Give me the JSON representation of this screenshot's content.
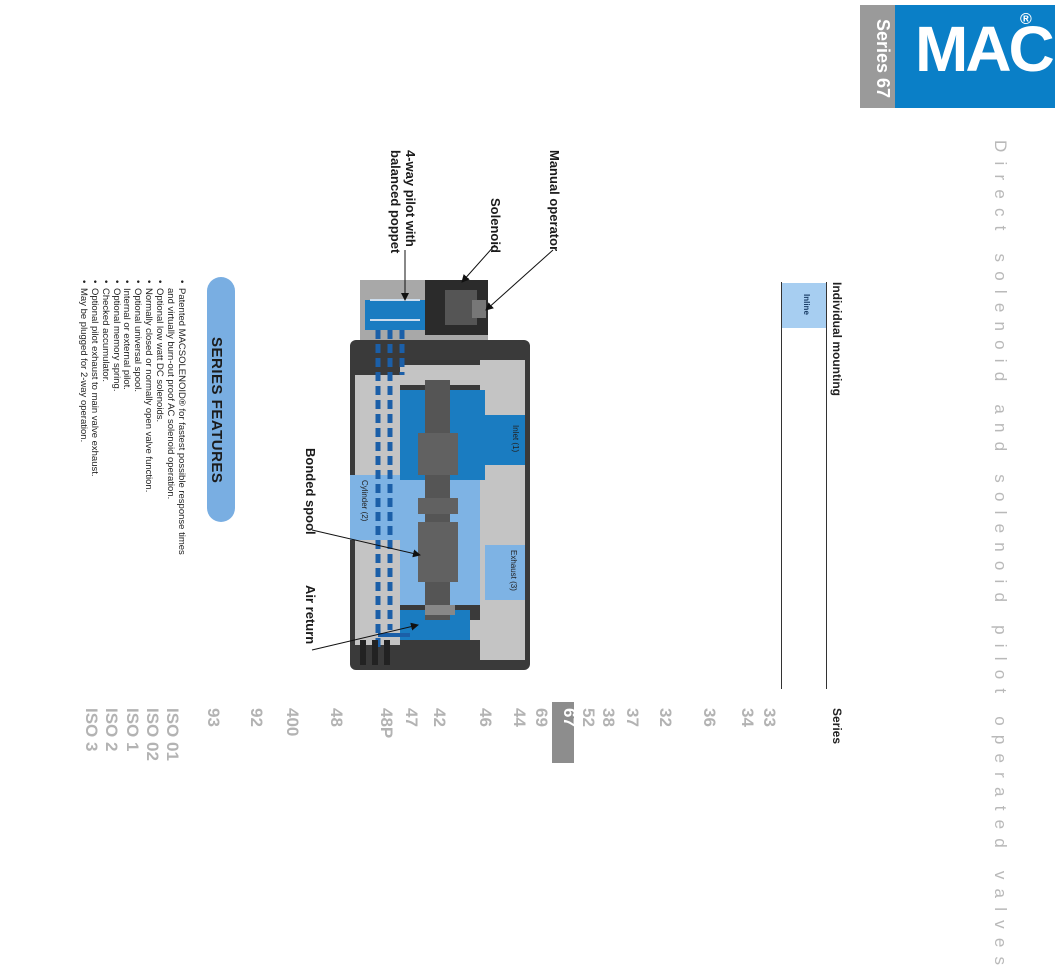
{
  "brand": {
    "logo": "MAC",
    "logo_mark": "®",
    "series_badge": "Series 67"
  },
  "side_title": "Direct solenoid and solenoid pilot operated valves",
  "mounting": {
    "header": "Individual mounting",
    "cell": "Inline"
  },
  "series_list": {
    "heading": "Series",
    "items": [
      "33",
      "34",
      "36",
      "32",
      "37",
      "38",
      "52",
      "67",
      "69",
      "44",
      "46",
      "42",
      "47",
      "48P",
      "48",
      "400",
      "92",
      "93",
      "ISO 01",
      "ISO 02",
      "ISO 1",
      "ISO 2",
      "ISO 3"
    ],
    "active": "67"
  },
  "features": {
    "title": "SERIES FEATURES",
    "items": [
      {
        "bullet": "•",
        "text": "Patented MACSOLENOID® for fastest possible response times"
      },
      {
        "bullet": "",
        "text": "and virtually burn-out proof AC solenoid operation."
      },
      {
        "bullet": "•",
        "text": "Optional low watt DC solenoids."
      },
      {
        "bullet": "•",
        "text": "Normally closed or normally open valve function."
      },
      {
        "bullet": "•",
        "text": "Optional universal spool."
      },
      {
        "bullet": "•",
        "text": "Internal or external pilot."
      },
      {
        "bullet": "•",
        "text": "Optional memory spring."
      },
      {
        "bullet": "•",
        "text": "Checked accumulator."
      },
      {
        "bullet": "•",
        "text": "Optional pilot exhaust to main valve exhaust."
      },
      {
        "bullet": "•",
        "text": "May be plugged for 2-way operation."
      }
    ]
  },
  "callouts": {
    "manual_operator": "Manual operator",
    "solenoid": "Solenoid",
    "pilot_line1": "4-way pilot with",
    "pilot_line2": "balanced poppet",
    "bonded_spool": "Bonded spool",
    "air_return": "Air return"
  },
  "ports": {
    "inlet": "Inlet (1)",
    "cylinder": "Cylinder (2)",
    "exhaust": "Exhaust (3)"
  },
  "colors": {
    "brand_blue": "#0a7fc7",
    "light_blue": "#7eb3e4",
    "dark_blue": "#1a7cc1",
    "body_gray": "#c4c4c4",
    "dark_gray": "#3a3a3a"
  }
}
